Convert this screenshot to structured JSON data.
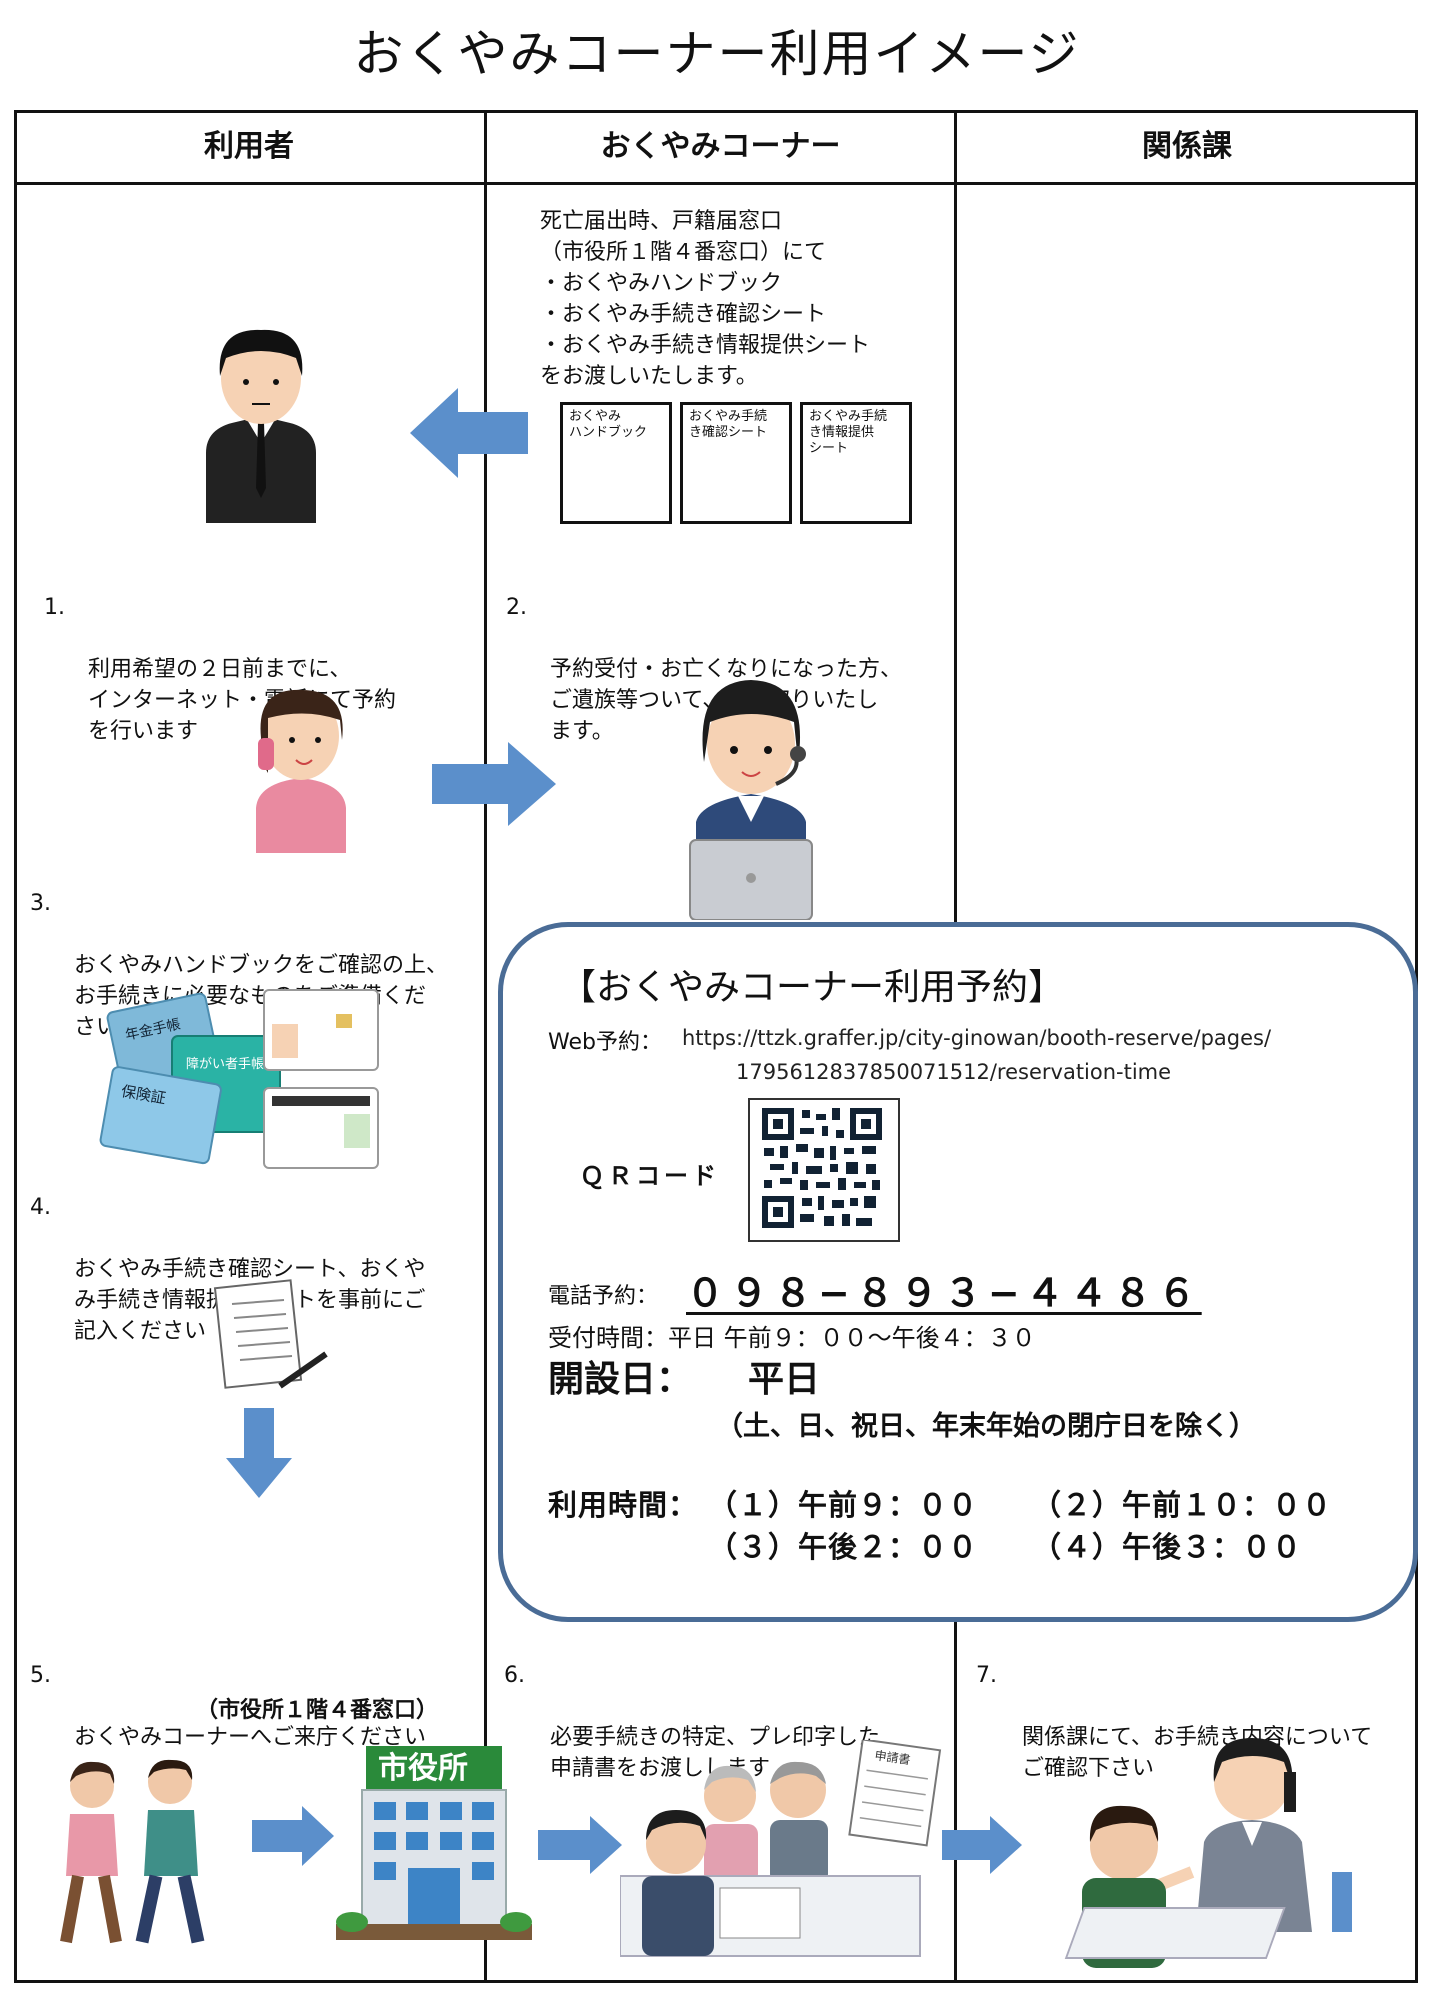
{
  "title": "おくやみコーナー利用イメージ",
  "columns": [
    "利用者",
    "おくやみコーナー",
    "関係課"
  ],
  "intro_text": "死亡届出時、戸籍届窓口\n（市役所１階４番窓口）にて\n・おくやみハンドブック\n・おくやみ手続き確認シート\n・おくやみ手続き情報提供シート\nをお渡しいたします。",
  "cards": [
    "おくやみ\nハンドブック",
    "おくやみ手続\nき確認シート",
    "おくやみ手続\nき情報提供\nシート"
  ],
  "steps": {
    "s1": {
      "num": "1.",
      "text": "利用希望の２日前までに、\nインターネット・電話にて予約\nを行います"
    },
    "s2": {
      "num": "2.",
      "text": "予約受付・お亡くなりになった方、\nご遺族等ついて、聞き取りいたし\nます。"
    },
    "s3": {
      "num": "3.",
      "text": "おくやみハンドブックをご確認の上、\nお手続きに必要なものをご準備くだ\nさい"
    },
    "s4": {
      "num": "4.",
      "text": "おくやみ手続き確認シート、おくや\nみ手続き情報提供シートを事前にご\n記入ください"
    },
    "s5": {
      "num": "5.",
      "text": "おくやみコーナーへご来庁ください",
      "sub": "（市役所１階４番窓口）"
    },
    "s6": {
      "num": "6.",
      "text": "必要手続きの特定、プレ印字した\n申請書をお渡しします"
    },
    "s7": {
      "num": "7.",
      "text": "関係課にて、お手続き内容について\nご確認下さい"
    }
  },
  "illustration_labels": {
    "pension": "年金手帳",
    "insurance": "保険証",
    "disability": "障がい者手帳",
    "city_hall": "市役所",
    "application": "申請書"
  },
  "reservation": {
    "heading": "【おくやみコーナー利用予約】",
    "web_label": "Web予約：",
    "web_url_1": "https://ttzk.graffer.jp/city-ginowan/booth-reserve/pages/",
    "web_url_2": "1795612837850071512/reservation-time",
    "qr_label": "ＱＲコード",
    "phone_label": "電話予約：",
    "phone": "０９８−８９３−４４８６",
    "hours": "受付時間：平日 午前９：００〜午後４：３０",
    "open_label": "開設日：",
    "open_value": "平日",
    "open_note": "（土、日、祝日、年末年始の閉庁日を除く）",
    "use_label": "利用時間：",
    "slot1": "（１）午前９：００",
    "slot2": "（２）午前１０：００",
    "slot3": "（３）午後２：００",
    "slot4": "（４）午後３：００"
  },
  "colors": {
    "arrow": "#5b8fcb",
    "box_border": "#4a6c96"
  }
}
